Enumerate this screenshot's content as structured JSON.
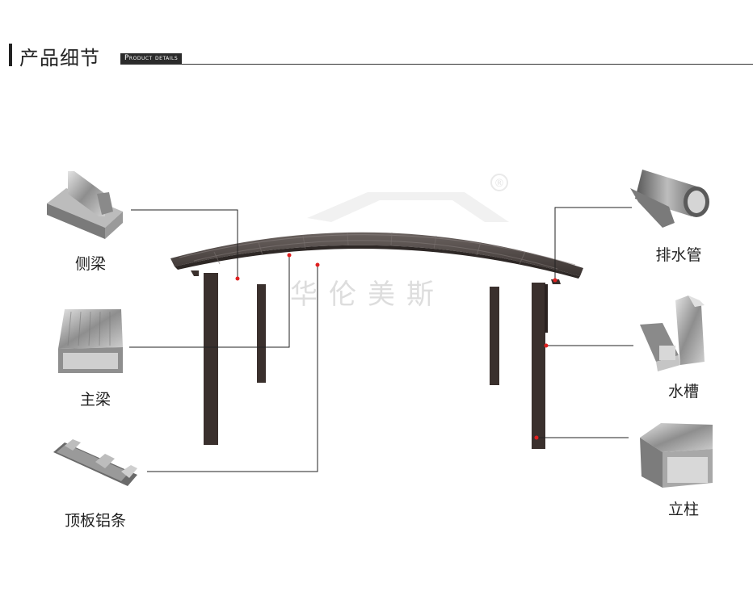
{
  "header": {
    "title": "产品细节",
    "subtitle": "Product details"
  },
  "watermark": {
    "brand_text": "华伦美斯",
    "registered_mark": "®"
  },
  "parts": {
    "side_beam": "侧梁",
    "main_beam": "主梁",
    "roof_strip": "顶板铝条",
    "drain_pipe": "排水管",
    "gutter": "水槽",
    "column": "立柱"
  },
  "colors": {
    "frame": "#3a302d",
    "roof": "#4a4240",
    "callout_line": "#222222",
    "callout_dot": "#e02020",
    "aluminium": "#9a9a9a"
  }
}
